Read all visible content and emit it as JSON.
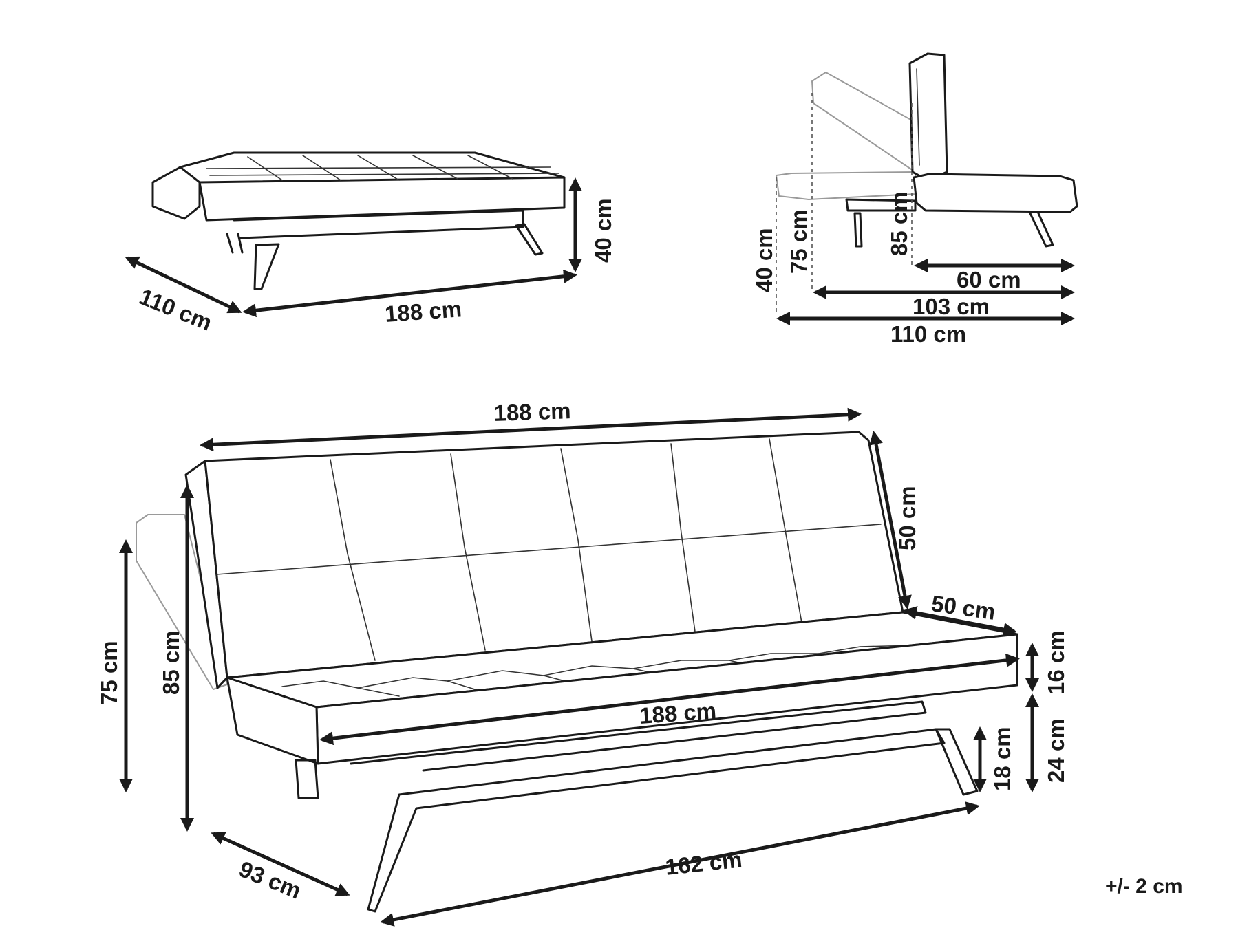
{
  "tolerance": "+/- 2 cm",
  "bed_view": {
    "depth": "110 cm",
    "width": "188 cm",
    "height": "40 cm"
  },
  "side_view": {
    "seat_height": "40 cm",
    "reclined_height": "75 cm",
    "upright_height": "85 cm",
    "seat_depth": "60 cm",
    "reclined_depth": "103 cm",
    "bed_depth": "110 cm"
  },
  "sofa_view": {
    "top_width": "188 cm",
    "backrest_height": "50 cm",
    "seat_depth": "50 cm",
    "seat_width": "188 cm",
    "seat_thickness": "16 cm",
    "seat_to_floor": "24 cm",
    "leg_height": "18 cm",
    "leg_span": "162 cm",
    "depth": "93 cm",
    "reclined_height": "75 cm",
    "total_height": "85 cm"
  }
}
